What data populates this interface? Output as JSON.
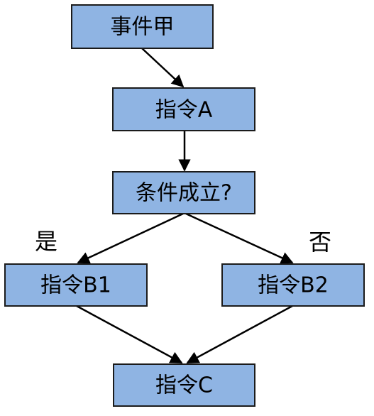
{
  "colors": {
    "node_fill": "#8fb4e3",
    "node_border": "#1b1b1b",
    "edge": "#000000",
    "text": "#000000"
  },
  "nodes": {
    "event_a": "事件甲",
    "instruction_a": "指令A",
    "condition": "条件成立?",
    "instruction_b1": "指令B1",
    "instruction_b2": "指令B2",
    "instruction_c": "指令C"
  },
  "branches": {
    "yes": "是",
    "no": "否"
  }
}
